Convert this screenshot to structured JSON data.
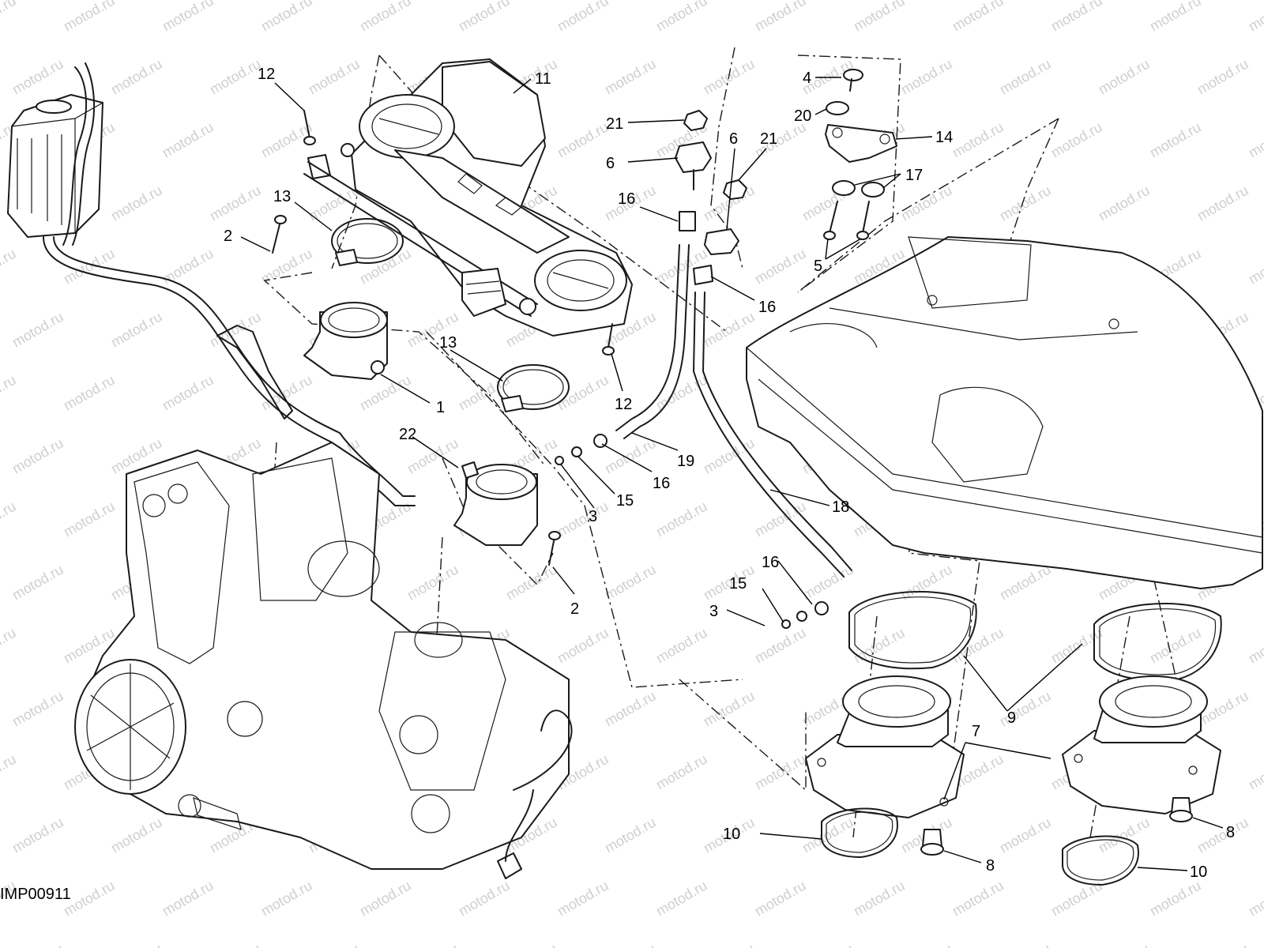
{
  "figure_code": "IMP00911",
  "watermark": "motod.ru",
  "callouts": {
    "c1": "1",
    "c2a": "2",
    "c2b": "2",
    "c3a": "3",
    "c3b": "3",
    "c4": "4",
    "c5": "5",
    "c6a": "6",
    "c6b": "6",
    "c7": "7",
    "c8a": "8",
    "c8b": "8",
    "c9": "9",
    "c10a": "10",
    "c10b": "10",
    "c11": "11",
    "c12a": "12",
    "c12b": "12",
    "c13a": "13",
    "c13b": "13",
    "c14": "14",
    "c15a": "15",
    "c15b": "15",
    "c16a": "16",
    "c16b": "16",
    "c16c": "16",
    "c16d": "16",
    "c17": "17",
    "c18": "18",
    "c19": "19",
    "c20": "20",
    "c21a": "21",
    "c21b": "21",
    "c22": "22"
  }
}
